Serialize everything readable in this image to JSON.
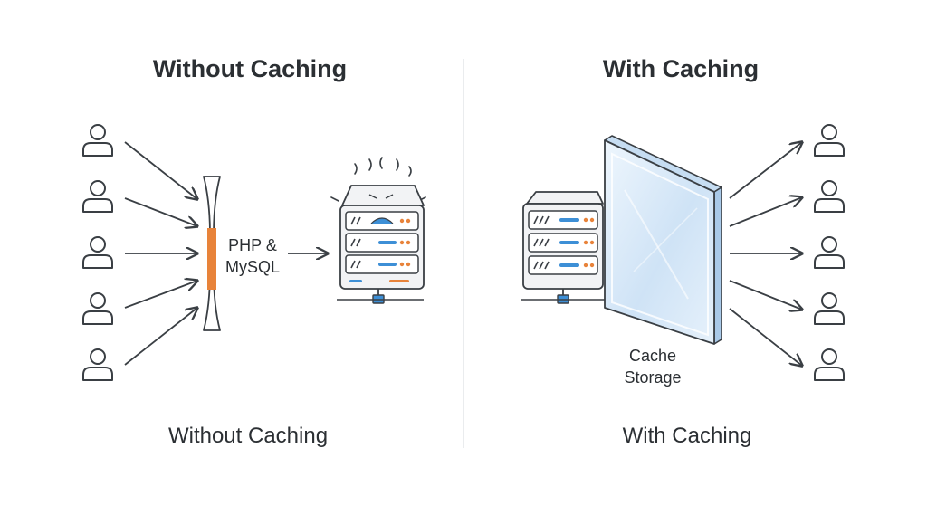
{
  "left": {
    "title": "Without Caching",
    "middleware_label_line1": "PHP &",
    "middleware_label_line2": "MySQL",
    "caption": "Without Caching"
  },
  "right": {
    "title": "With Caching",
    "cache_label_line1": "Cache",
    "cache_label_line2": "Storage",
    "caption": "With Caching"
  },
  "colors": {
    "line": "#3a3f44",
    "accent_orange": "#e8833a",
    "accent_blue": "#3d8fd6",
    "cache_glass": "#d6e8f8",
    "divider": "#e4e6e8"
  },
  "icons": [
    "user-icon",
    "server-icon",
    "bottleneck-pipe-icon",
    "cache-panel-icon",
    "arrow-icon"
  ]
}
